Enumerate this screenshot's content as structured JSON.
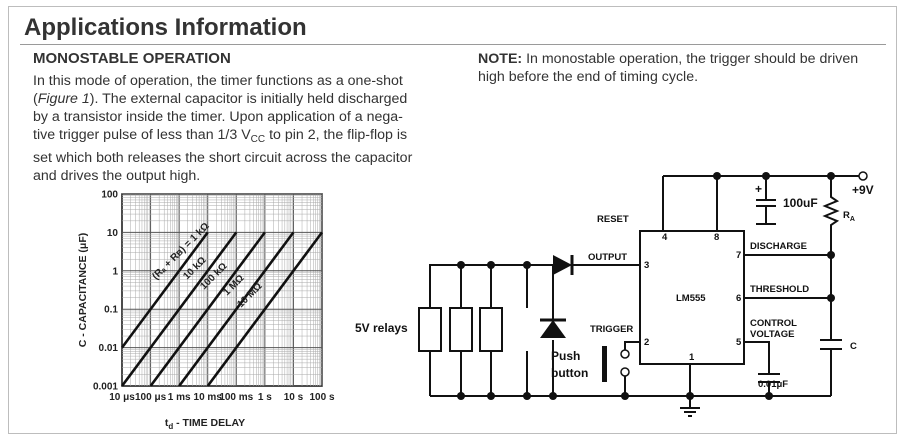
{
  "heading": "Applications Information",
  "section_title": "MONOSTABLE OPERATION",
  "body_lines": [
    "In this mode of operation, the timer functions as a one-shot",
    [
      "(",
      "Figure 1",
      "). The external capacitor is initially held discharged"
    ],
    "by a transistor inside the timer. Upon application of a nega-",
    [
      "tive trigger pulse of less than 1/3 V",
      "CC",
      " to pin 2, the flip-flop is"
    ],
    "set which both releases the short circuit across the capacitor",
    "and drives the output high."
  ],
  "note": {
    "label": "NOTE:",
    "lines": [
      " In monostable operation, the trigger should be driven",
      "high before the end of timing cycle."
    ]
  },
  "graph": {
    "y_label": "C - CAPACITANCE (μF)",
    "x_label_main": "t",
    "x_label_sub": "d",
    "x_label_rest": " - TIME DELAY",
    "y_ticks": [
      "100",
      "10",
      "1",
      "0.1",
      "0.01",
      "0.001"
    ],
    "x_ticks": [
      "10 μs",
      "100 μs",
      "1 ms",
      "10 ms",
      "100 ms",
      "1 s",
      "10 s",
      "100 s"
    ],
    "curve_labels": [
      "(Rₐ + Rʙ) = 1 kΩ",
      "10 kΩ",
      "100 kΩ",
      "1 MΩ",
      "10 MΩ"
    ]
  },
  "chart_data": {
    "type": "line",
    "title": "",
    "xlabel": "t_d - TIME DELAY",
    "ylabel": "C - CAPACITANCE (μF)",
    "x_scale": "log",
    "y_scale": "log",
    "x_ticks": [
      "10 μs",
      "100 μs",
      "1 ms",
      "10 ms",
      "100 ms",
      "1 s",
      "10 s",
      "100 s"
    ],
    "y_ticks": [
      100,
      10,
      1,
      0.1,
      0.01,
      0.001
    ],
    "ylim": [
      0.001,
      100
    ],
    "grid": true,
    "series": [
      {
        "name": "(RA + RB) = 1 kΩ",
        "x_s": [
          1e-05,
          0.01
        ],
        "y_uF": [
          0.01,
          10
        ]
      },
      {
        "name": "10 kΩ",
        "x_s": [
          1e-05,
          0.1
        ],
        "y_uF": [
          0.001,
          10
        ]
      },
      {
        "name": "100 kΩ",
        "x_s": [
          0.0001,
          1
        ],
        "y_uF": [
          0.001,
          10
        ]
      },
      {
        "name": "1 MΩ",
        "x_s": [
          0.001,
          10
        ],
        "y_uF": [
          0.001,
          10
        ]
      },
      {
        "name": "10 MΩ",
        "x_s": [
          0.01,
          100
        ],
        "y_uF": [
          0.001,
          10
        ]
      }
    ]
  },
  "schematic": {
    "chip": "LM555",
    "pins": {
      "reset": "RESET",
      "output": "OUTPUT",
      "trigger": "TRIGGER",
      "discharge": "DISCHARGE",
      "threshold": "THRESHOLD",
      "control_1": "CONTROL",
      "control_2": "VOLTAGE"
    },
    "pin_numbers": {
      "p4": "4",
      "p8": "8",
      "p3": "3",
      "p7": "7",
      "p6": "6",
      "p2": "2",
      "p5": "5",
      "p1": "1"
    },
    "supply": "+9V",
    "cap_100": "100uF",
    "cap_plus": "+",
    "ra_main": "R",
    "ra_sub": "A",
    "cap_c": "C",
    "cap_ctrl": "0.01μF",
    "relays": "5V relays",
    "push_1": "Push",
    "push_2": "button"
  }
}
